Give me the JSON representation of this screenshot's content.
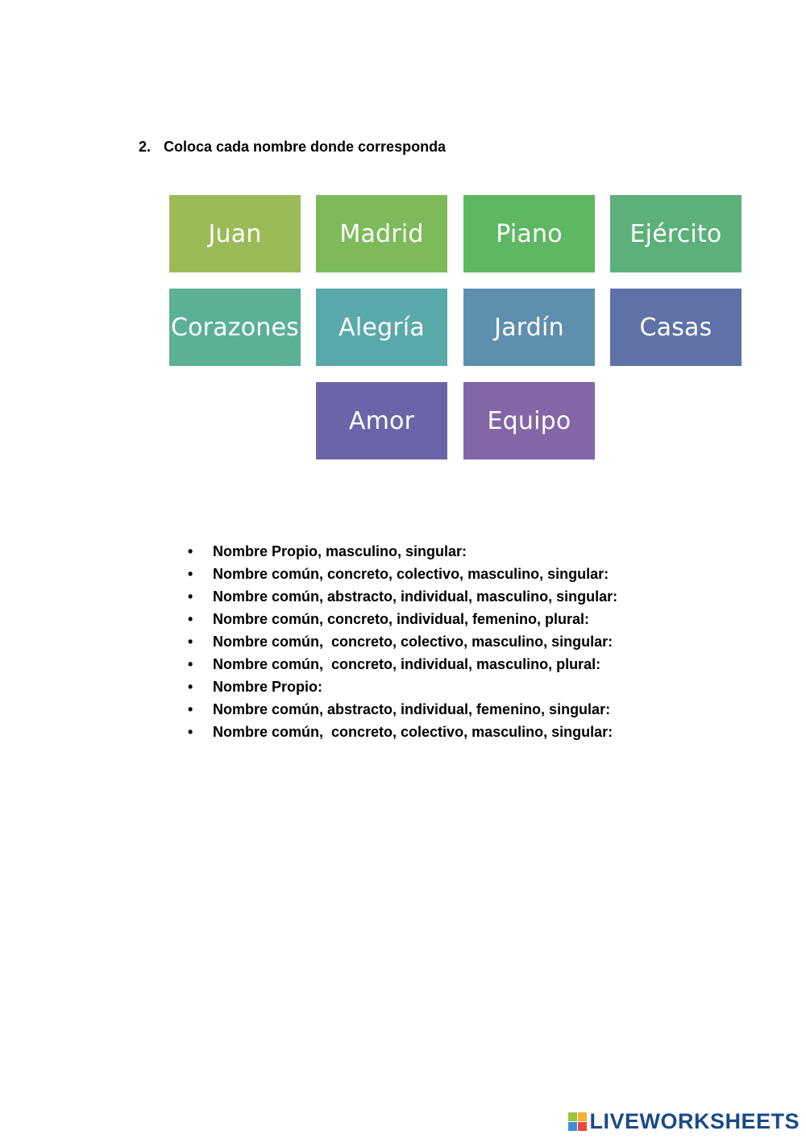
{
  "question": {
    "number": "2.",
    "text": "Coloca cada nombre donde corresponda"
  },
  "tiles": [
    {
      "label": "Juan",
      "color": "#9bbb59"
    },
    {
      "label": "Madrid",
      "color": "#7dbb5a"
    },
    {
      "label": "Piano",
      "color": "#5eb762"
    },
    {
      "label": "Ejército",
      "color": "#5cb07a"
    },
    {
      "label": "Corazones",
      "color": "#5bb096"
    },
    {
      "label": "Alegría",
      "color": "#5aa9aa"
    },
    {
      "label": "Jardín",
      "color": "#5e8fae"
    },
    {
      "label": "Casas",
      "color": "#5f72a8"
    },
    {
      "label": "Amor",
      "color": "#6a65a8"
    },
    {
      "label": "Equipo",
      "color": "#8266a6"
    }
  ],
  "items": [
    "Nombre Propio, masculino, singular:",
    "Nombre común, concreto, colectivo, masculino, singular:",
    "Nombre común, abstracto, individual, masculino, singular:",
    "Nombre común, concreto, individual, femenino, plural:",
    "Nombre común,  concreto, colectivo, masculino, singular:",
    "Nombre común,  concreto, individual, masculino, plural:",
    "Nombre Propio:",
    "Nombre común, abstracto, individual, femenino, singular:",
    "Nombre común,  concreto, colectivo, masculino, singular:"
  ],
  "bullet": "•",
  "logo": {
    "text": "LIVEWORKSHEETS",
    "icon": "liveworksheets-logo-icon"
  }
}
